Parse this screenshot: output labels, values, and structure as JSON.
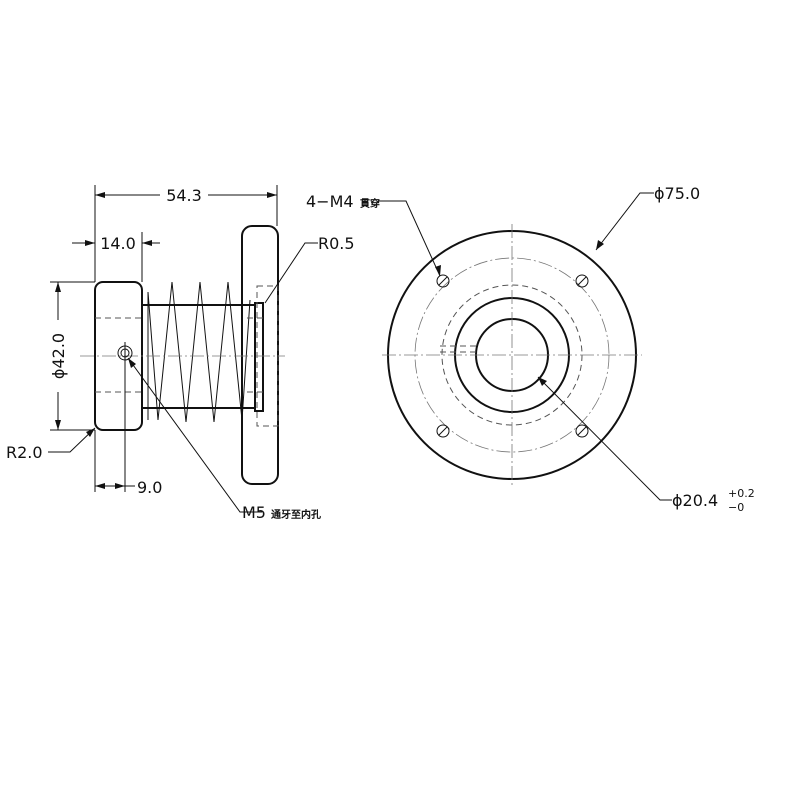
{
  "side_view": {
    "overall_length": "54.3",
    "head_length": "14.0",
    "fillet_radius": "R0.5",
    "head_diameter": "ϕ42.0",
    "edge_radius": "R2.0",
    "hole_offset": "9.0",
    "thread_callout": "M5",
    "thread_note": "通牙至内孔"
  },
  "front_view": {
    "outer_diameter": "ϕ75.0",
    "bolt_holes": "4−M4",
    "bolt_holes_note": "貫穿",
    "bore_diameter": "ϕ20.4",
    "bore_tol_upper": "+0.2",
    "bore_tol_lower": "−0"
  }
}
